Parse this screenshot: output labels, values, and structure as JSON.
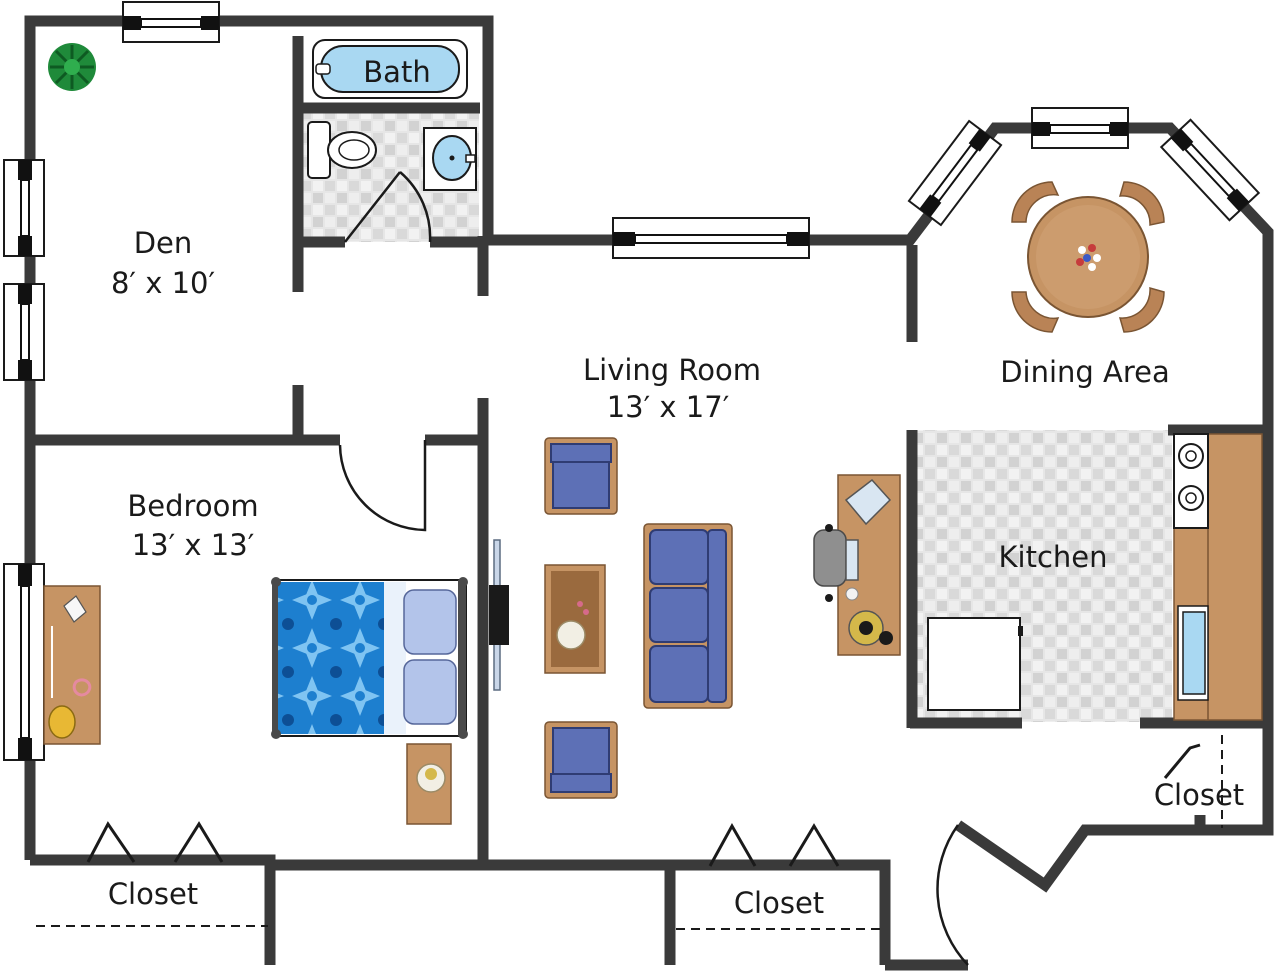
{
  "rooms": {
    "den": {
      "name": "Den",
      "size": "8′ x 10′"
    },
    "bath": {
      "name": "Bath"
    },
    "living": {
      "name": "Living Room",
      "size": "13′ x 17′"
    },
    "dining": {
      "name": "Dining Area"
    },
    "bedroom": {
      "name": "Bedroom",
      "size": "13′ x 13′"
    },
    "kitchen": {
      "name": "Kitchen"
    },
    "closet_bedroom": {
      "name": "Closet"
    },
    "closet_living": {
      "name": "Closet"
    },
    "closet_kitchen": {
      "name": "Closet"
    }
  },
  "colors": {
    "wall": "#3a3a3a",
    "wood": "#c69464",
    "upholstery": "#5d70b6",
    "bath_fixture": "#a9d8f2",
    "tile": "#d8d8d8",
    "bedspread": "#1d7fcf",
    "plant": "#1f8a3a"
  }
}
